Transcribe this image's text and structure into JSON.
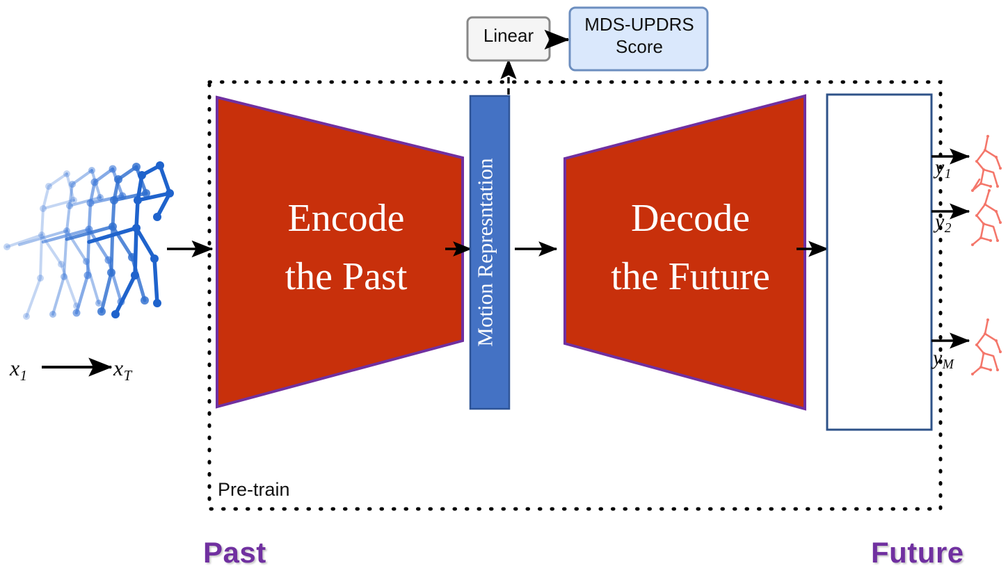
{
  "diagram": {
    "title": "Motion pre-training autoencoder with MDS-UPDRS score head",
    "colors": {
      "encoder_fill": "#C8300B",
      "encoder_border": "#7030A0",
      "decoder_fill": "#C8300B",
      "decoder_border": "#7030A0",
      "motion_fill": "#4472C4",
      "motion_border": "#2F5597",
      "linear_fill": "#F5F5F5",
      "linear_border": "#888888",
      "score_fill": "#DAE8FC",
      "score_border": "#6C8EBF",
      "output_box_border": "#2E5288",
      "timeline_arrow": "#7030A0",
      "input_skeleton": "#3C78D8",
      "output_skeleton": "#F4776B",
      "dotted_boundary": "#000000"
    },
    "nodes": {
      "linear": {
        "label": "Linear"
      },
      "score": {
        "label": "MDS-UPDRS\nScore",
        "line1": "MDS-UPDRS",
        "line2": "Score"
      },
      "encoder": {
        "line1": "Encode",
        "line2": "the Past"
      },
      "motion": {
        "label": "Motion Represntation"
      },
      "decoder": {
        "line1": "Decode",
        "line2": "the Future"
      },
      "output_box": {
        "label": ""
      }
    },
    "boundary": {
      "label": "Pre-train"
    },
    "timeline": {
      "past_label": "Past",
      "future_label": "Future"
    },
    "input_sequence": {
      "first_label": "x",
      "first_sub": "1",
      "last_label": "x",
      "last_sub": "T"
    },
    "outputs": [
      {
        "label": "y",
        "sub": "1"
      },
      {
        "label": "y",
        "sub": "2"
      },
      {
        "label": "y",
        "sub": "M"
      }
    ]
  }
}
